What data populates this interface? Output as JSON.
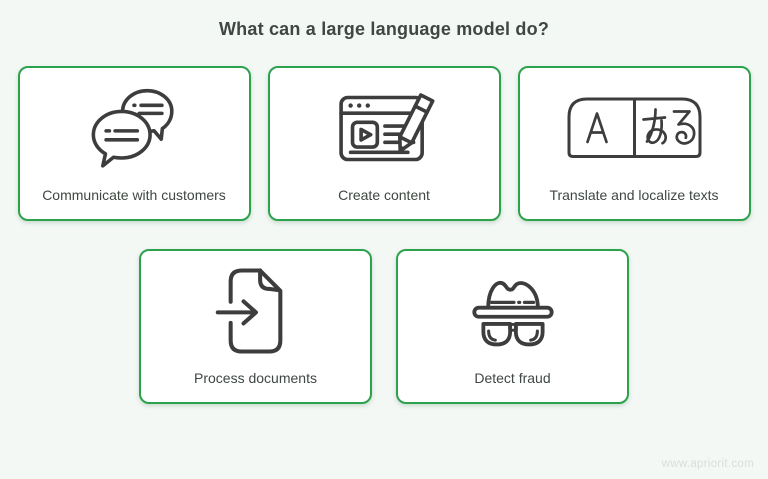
{
  "title": "What can a large language model do?",
  "cards": [
    {
      "label": "Communicate with customers",
      "icon": "chat-bubbles-icon"
    },
    {
      "label": "Create content",
      "icon": "content-editor-icon"
    },
    {
      "label": "Translate and localize texts",
      "icon": "translate-icon",
      "icon_text_left": "A",
      "icon_text_right": "ある"
    },
    {
      "label": "Process documents",
      "icon": "document-import-icon"
    },
    {
      "label": "Detect fraud",
      "icon": "spy-incognito-icon"
    }
  ],
  "watermark": "www.apriorit.com",
  "colors": {
    "accent_green": "#2ca24c",
    "icon_stroke": "#3d3d3d",
    "text": "#3f4742",
    "background": "#f4f8f5",
    "card_background": "#ffffff",
    "watermark_text": "#d9ded9"
  }
}
